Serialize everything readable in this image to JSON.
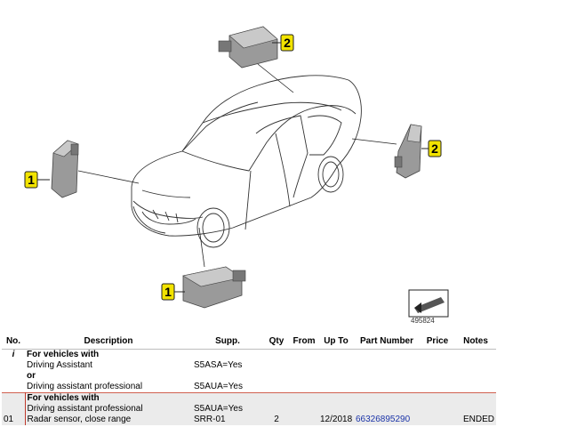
{
  "diagram": {
    "illustration_id": "495824",
    "callouts": [
      "1",
      "2",
      "1",
      "2"
    ]
  },
  "table": {
    "headers": [
      "No.",
      "Description",
      "Supp.",
      "Qty",
      "From",
      "Up To",
      "Part Number",
      "Price",
      "Notes"
    ],
    "group1": {
      "no": "i",
      "title": "For vehicles with",
      "line1": "Driving Assistant",
      "line1_supp": "S5ASA=Yes",
      "or_label": "or",
      "line2": "Driving assistant professional",
      "line2_supp": "S5AUA=Yes"
    },
    "group2": {
      "title": "For vehicles with",
      "line1": "Driving assistant professional",
      "line1_supp": "S5AUA=Yes"
    },
    "row01": {
      "no": "01",
      "description": "Radar sensor, close range",
      "supp": "SRR-01",
      "qty": "2",
      "from": "",
      "up_to": "12/2018",
      "part_number": "66326895290",
      "price": "",
      "notes": "ENDED"
    }
  },
  "colors": {
    "callout_fill": "#f2e300",
    "link": "#1a33a8",
    "band": "#ebebeb"
  }
}
